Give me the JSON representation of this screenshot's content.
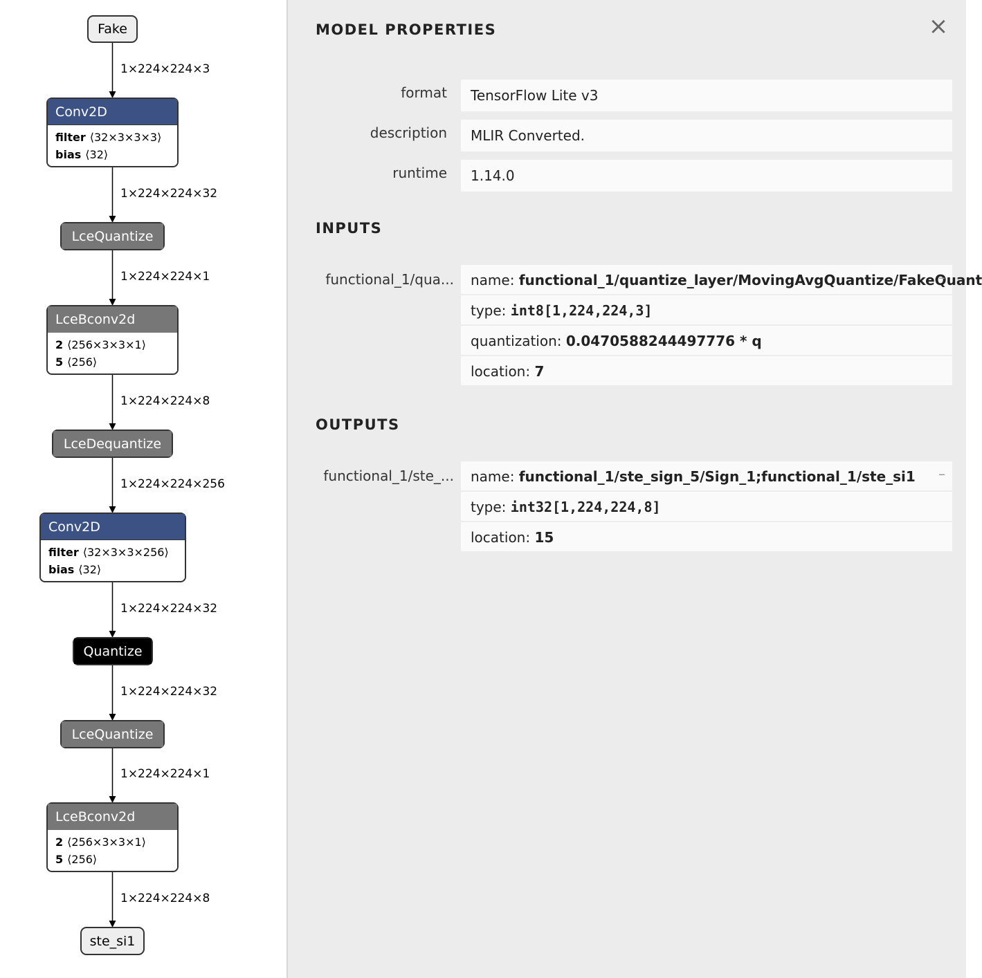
{
  "graph": {
    "nodes": [
      {
        "name": "node-fake",
        "type": "Fake",
        "style": "io"
      },
      {
        "name": "node-conv2d-1",
        "type": "Conv2D",
        "style": "blue",
        "attrs": [
          {
            "k": "filter",
            "v": "⟨32×3×3×3⟩"
          },
          {
            "k": "bias",
            "v": "⟨32⟩"
          }
        ]
      },
      {
        "name": "node-lcequantize-1",
        "type": "LceQuantize",
        "style": "grey"
      },
      {
        "name": "node-lcebconv2d-1",
        "type": "LceBconv2d",
        "style": "grey",
        "attrs": [
          {
            "k": "2",
            "v": "⟨256×3×3×1⟩"
          },
          {
            "k": "5",
            "v": "⟨256⟩"
          }
        ]
      },
      {
        "name": "node-lcedequantize",
        "type": "LceDequantize",
        "style": "grey"
      },
      {
        "name": "node-conv2d-2",
        "type": "Conv2D",
        "style": "blue",
        "attrs": [
          {
            "k": "filter",
            "v": "⟨32×3×3×256⟩"
          },
          {
            "k": "bias",
            "v": "⟨32⟩"
          }
        ]
      },
      {
        "name": "node-quantize",
        "type": "Quantize",
        "style": "black"
      },
      {
        "name": "node-lcequantize-2",
        "type": "LceQuantize",
        "style": "grey"
      },
      {
        "name": "node-lcebconv2d-2",
        "type": "LceBconv2d",
        "style": "grey",
        "attrs": [
          {
            "k": "2",
            "v": "⟨256×3×3×1⟩"
          },
          {
            "k": "5",
            "v": "⟨256⟩"
          }
        ]
      },
      {
        "name": "node-ste-si1",
        "type": "ste_si1",
        "style": "io"
      }
    ],
    "edges": [
      "1×224×224×3",
      "1×224×224×32",
      "1×224×224×1",
      "1×224×224×8",
      "1×224×224×256",
      "1×224×224×32",
      "1×224×224×32",
      "1×224×224×1",
      "1×224×224×8"
    ]
  },
  "panel": {
    "title": "MODEL PROPERTIES",
    "close_icon": "×",
    "props": [
      {
        "label": "format",
        "value": "TensorFlow Lite v3"
      },
      {
        "label": "description",
        "value": "MLIR Converted."
      },
      {
        "label": "runtime",
        "value": "1.14.0"
      }
    ],
    "inputs_title": "INPUTS",
    "input": {
      "label": "functional_1/qua...",
      "name_key": "name: ",
      "name": "functional_1/quantize_layer/MovingAvgQuantize/FakeQuant",
      "type_key": "type: ",
      "type": "int8[1,224,224,3]",
      "quant_key": "quantization: ",
      "quant": "0.0470588244497776 * q",
      "loc_key": "location: ",
      "loc": "7",
      "collapse": "–"
    },
    "outputs_title": "OUTPUTS",
    "output": {
      "label": "functional_1/ste_...",
      "name_key": "name: ",
      "name": "functional_1/ste_sign_5/Sign_1;functional_1/ste_si1",
      "type_key": "type: ",
      "type": "int32[1,224,224,8]",
      "loc_key": "location: ",
      "loc": "15",
      "collapse": "–"
    }
  }
}
